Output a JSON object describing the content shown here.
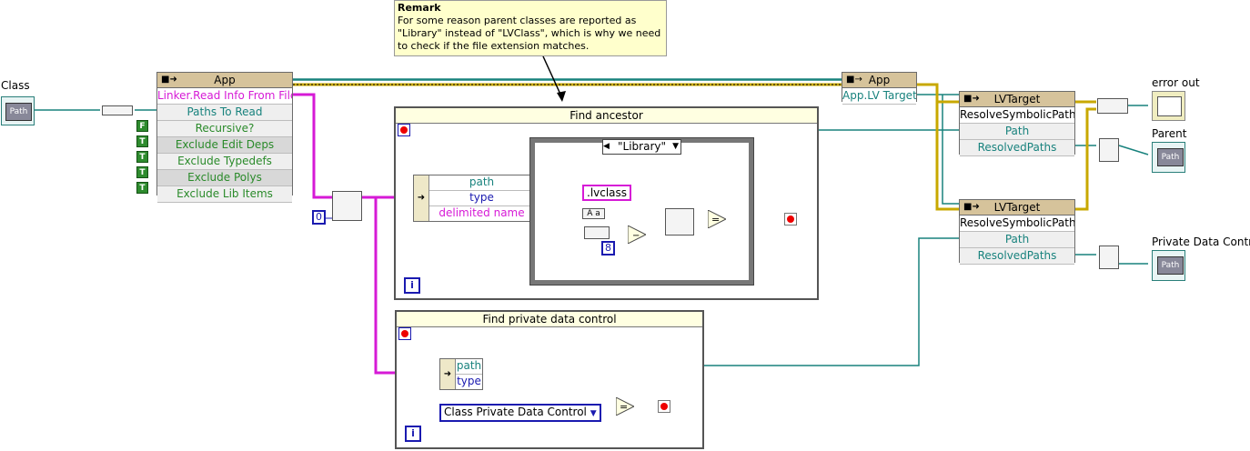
{
  "remark": {
    "title": "Remark",
    "text": "For some reason parent classes are reported as \"Library\" instead of \"LVClass\", which is why we need to check if the file extension matches."
  },
  "terminals": {
    "class_label": "Class",
    "error_out_label": "error out",
    "parent_label": "Parent",
    "private_data_control_label": "Private Data Control",
    "path_glyph": "Path"
  },
  "app_node": {
    "title": "App",
    "method": "Linker.Read Info From File",
    "params": [
      "Paths To Read",
      "Recursive?",
      "Exclude Edit Deps",
      "Exclude Typedefs",
      "Exclude Polys",
      "Exclude Lib Items"
    ],
    "bool_consts": [
      "F",
      "T",
      "T",
      "T",
      "T"
    ]
  },
  "app_property_node": {
    "title": "App",
    "property": "App.LV Target"
  },
  "lvtarget_node_1": {
    "title": "LVTarget",
    "method": "ResolveSymbolicPaths",
    "inputs": [
      "Path"
    ],
    "outputs": [
      "ResolvedPaths"
    ]
  },
  "lvtarget_node_2": {
    "title": "LVTarget",
    "method": "ResolveSymbolicPaths",
    "inputs": [
      "Path"
    ],
    "outputs": [
      "ResolvedPaths"
    ]
  },
  "find_ancestor": {
    "title": "Find ancestor",
    "unbundle_fields": [
      "path",
      "type",
      "delimited name"
    ],
    "case_selector": "\"Library\"",
    "string_const": ".lvclass",
    "num_const": "8",
    "iteration": "i"
  },
  "find_private": {
    "title": "Find private data control",
    "unbundle_fields": [
      "path",
      "type"
    ],
    "enum_const": "Class Private Data Control",
    "iteration": "i"
  },
  "index_const": "0",
  "colors": {
    "cluster_pink": "#d61ad6",
    "path_teal": "#18827d",
    "refnum_green": "#2e6b4f",
    "error_yellow": "#c8a800",
    "bool_green": "#2e8b2e",
    "int_blue": "#1a1ab0",
    "node_header": "#d6c39b"
  }
}
